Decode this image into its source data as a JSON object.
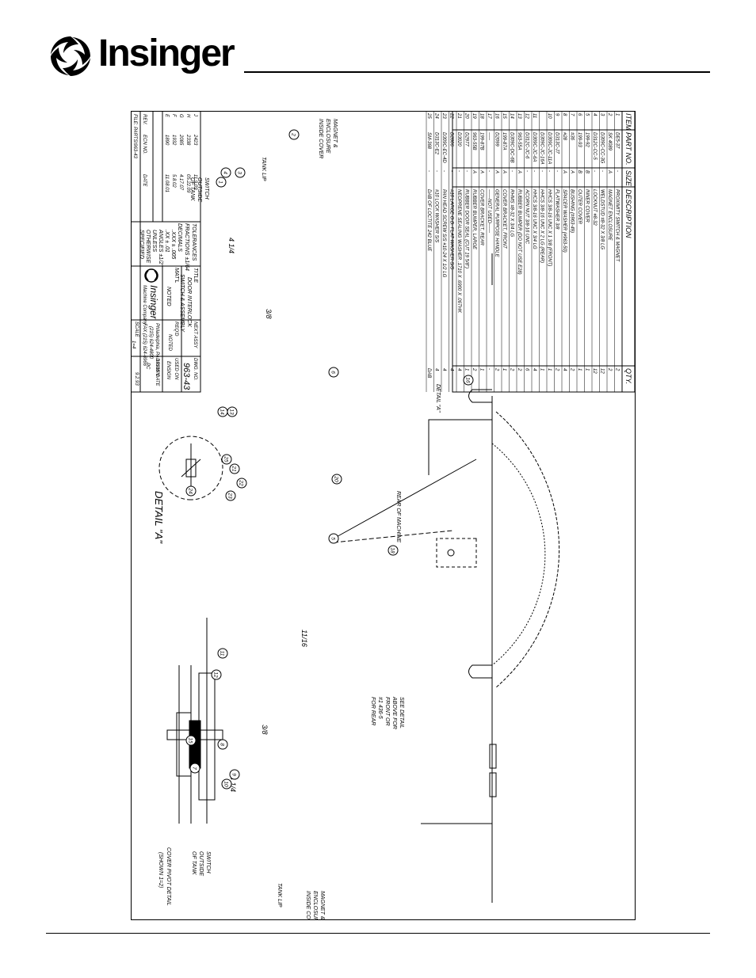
{
  "brand": {
    "name": "Insinger"
  },
  "table": {
    "headers": [
      "ITEM",
      "PART NO.",
      "SIZE",
      "DESCRIPTION",
      "QTY."
    ],
    "rows": [
      [
        "1",
        "DE5-37",
        "-",
        "PROXIMITY SWITCH & MAGNET",
        "2"
      ],
      [
        "2",
        "SK 4089",
        "A",
        "MAGNET ENCLOSURE",
        "2"
      ],
      [
        "3",
        "D309C-CC-3G",
        "-",
        "WELDSTUD #8-32 X 3/8 LG",
        "12"
      ],
      [
        "4",
        "D312C-CC-5",
        "-",
        "LOCKNUT #8-32",
        "12"
      ],
      [
        "5",
        "199-92",
        "B",
        "INNER COVER",
        "1"
      ],
      [
        "6",
        "199-93",
        "B",
        "OUTER COVER",
        "1"
      ],
      [
        "7",
        "#36",
        "A",
        "BUSHING (#963-49)",
        "2"
      ],
      [
        "8",
        "#28",
        "A",
        "SPACER WASHER (#963-50)",
        "4"
      ],
      [
        "9",
        "D313C-J7",
        "-",
        "FLATWASHER 3/8",
        "2"
      ],
      [
        "10",
        "D309C-JC-11A",
        "-",
        "HHCS 3/8-16 UNC X 1 3/8 (FRONT)",
        "1"
      ],
      [
        "",
        "D309C-JC-16A",
        "-",
        "HHCS 3/8-16 UNC X 2 LG (REAR)",
        "1"
      ],
      [
        "11",
        "D309C-JC-6A",
        "-",
        "HHCS 3/8-16 UNC X 3/4 LG",
        "4"
      ],
      [
        "12",
        "D312C-JC-6",
        "-",
        "ACORN NUT 3/8-16 UNC",
        "6"
      ],
      [
        "13",
        "963-55A",
        "A",
        "RUBBER BUMPER (DO NOT USE E28)",
        "2"
      ],
      [
        "14",
        "D309C-DC-6B",
        "-",
        "RHMS #8-32 X 3/4 LG",
        "2"
      ],
      [
        "15",
        "199-87A",
        "A",
        "COVER BRACKET, FRONT",
        "1"
      ],
      [
        "16",
        "D2099",
        "A",
        "GENERAL PURPOSE HANDLE",
        "2"
      ],
      [
        "17",
        "-----",
        "-",
        "------NOT USED------",
        "-"
      ],
      [
        "18",
        "199-87B",
        "A",
        "COVER BRACKET, REAR",
        "1"
      ],
      [
        "19",
        "963-55B",
        "A",
        "RUBBER BUMPER, LARGE",
        "2"
      ],
      [
        "20",
        "D2977",
        "-",
        "RUBBER DOOR SEAL (CUT 19 5/8\")",
        "1"
      ],
      [
        "21",
        "D3020",
        "-",
        "NEOPRENE SEALING WASHER .1710 X .6900 X .06THK",
        "4"
      ],
      [
        "22",
        "D2806",
        "-",
        "#10 LARGE O.D. FLAT WASHER S/S",
        "4"
      ],
      [
        "23",
        "D309C-EC-4D",
        "-",
        "PAN HEAD SCREW S/S #10-24 X 1/2 LG",
        "4"
      ],
      [
        "24",
        "D313C-E2",
        "-",
        "#10 LOCK WASHER S/S",
        "4"
      ],
      [
        "25",
        "SM-368",
        "-",
        "DAB OF LOCTITE 242 BLUE",
        "DAB"
      ]
    ]
  },
  "title_block": {
    "revisions": [
      [
        "J",
        "2423",
        "11.9.09"
      ],
      [
        "H",
        "2338",
        "05.22.09"
      ],
      [
        "G",
        "2085",
        "4.17.07"
      ],
      [
        "F",
        "1932",
        "5.8.02"
      ],
      [
        "E",
        "1890",
        "11.08.01"
      ]
    ],
    "rev_headers": [
      "REV.",
      "ECN NO.",
      "DATE"
    ],
    "file": "FILE: PARTS\\963-43",
    "tolerances": [
      "TOLERANCES",
      "FRACTIONS ±1/64",
      "DECIMALS",
      ".XXX ± .005",
      ".XX ± .01",
      "ANGLES ±1/2°",
      "UNLESS",
      "OTHERWISE",
      "SPECIFIED"
    ],
    "title_label": "TITLE",
    "title_lines": [
      "DOOR INTERLOCK",
      "SWITCH & ASSEMBLY"
    ],
    "matl_label": "MAT'L",
    "matl_value": "NOTED",
    "company_name": "Insinger",
    "company_sub": "Machine Company",
    "address": [
      "Philadelphia, PA 19135",
      "(215) 624-4800",
      "FAX (215) 624-6966"
    ],
    "next_assy_label": "NEXT ASSY",
    "dwg_no_label": "DWG. NO.",
    "dwg_no": "963-43",
    "reqd_label": "REQ'D",
    "reqd_value": "NOTED",
    "scale_label": "SCALE",
    "scale_value": "1=4",
    "used_on_label": "USED ON",
    "used_on_value": "ENSIGN",
    "drawn_label": "DRAWN",
    "date_label": "DATE",
    "drawn_by": "PC",
    "drawn_date": "9.2.93"
  },
  "drawing": {
    "detail_a_title": "DETAIL \"A\"",
    "detail_a_ref": "DETAIL \"A\"",
    "pivot_title": [
      "COVER PIVOT DETAIL",
      "(SHOWN 1=2)"
    ],
    "rear_label": "REAR OF MACHINE",
    "see_detail": [
      "SEE DETAIL",
      "ABOVE FOR",
      "FRONT OR",
      "#1 436-5",
      "FOR REAR"
    ],
    "magnet_note": [
      "MAGNET &",
      "ENCLOSURE",
      "INSIDE COVER"
    ],
    "switch_note": [
      "SWITCH",
      "OUTSIDE",
      "OF TANK"
    ],
    "tank_lip": "TANK LIP",
    "dim_3_8": "3/8",
    "dim_4_1_4": "4 1/4",
    "dim_11_16": "11/16",
    "balloons": [
      "1",
      "2",
      "3",
      "4",
      "5",
      "6",
      "7",
      "8",
      "9",
      "10",
      "11",
      "12",
      "13",
      "14",
      "15",
      "16",
      "18",
      "20",
      "21",
      "22",
      "23",
      "24",
      "25"
    ]
  }
}
